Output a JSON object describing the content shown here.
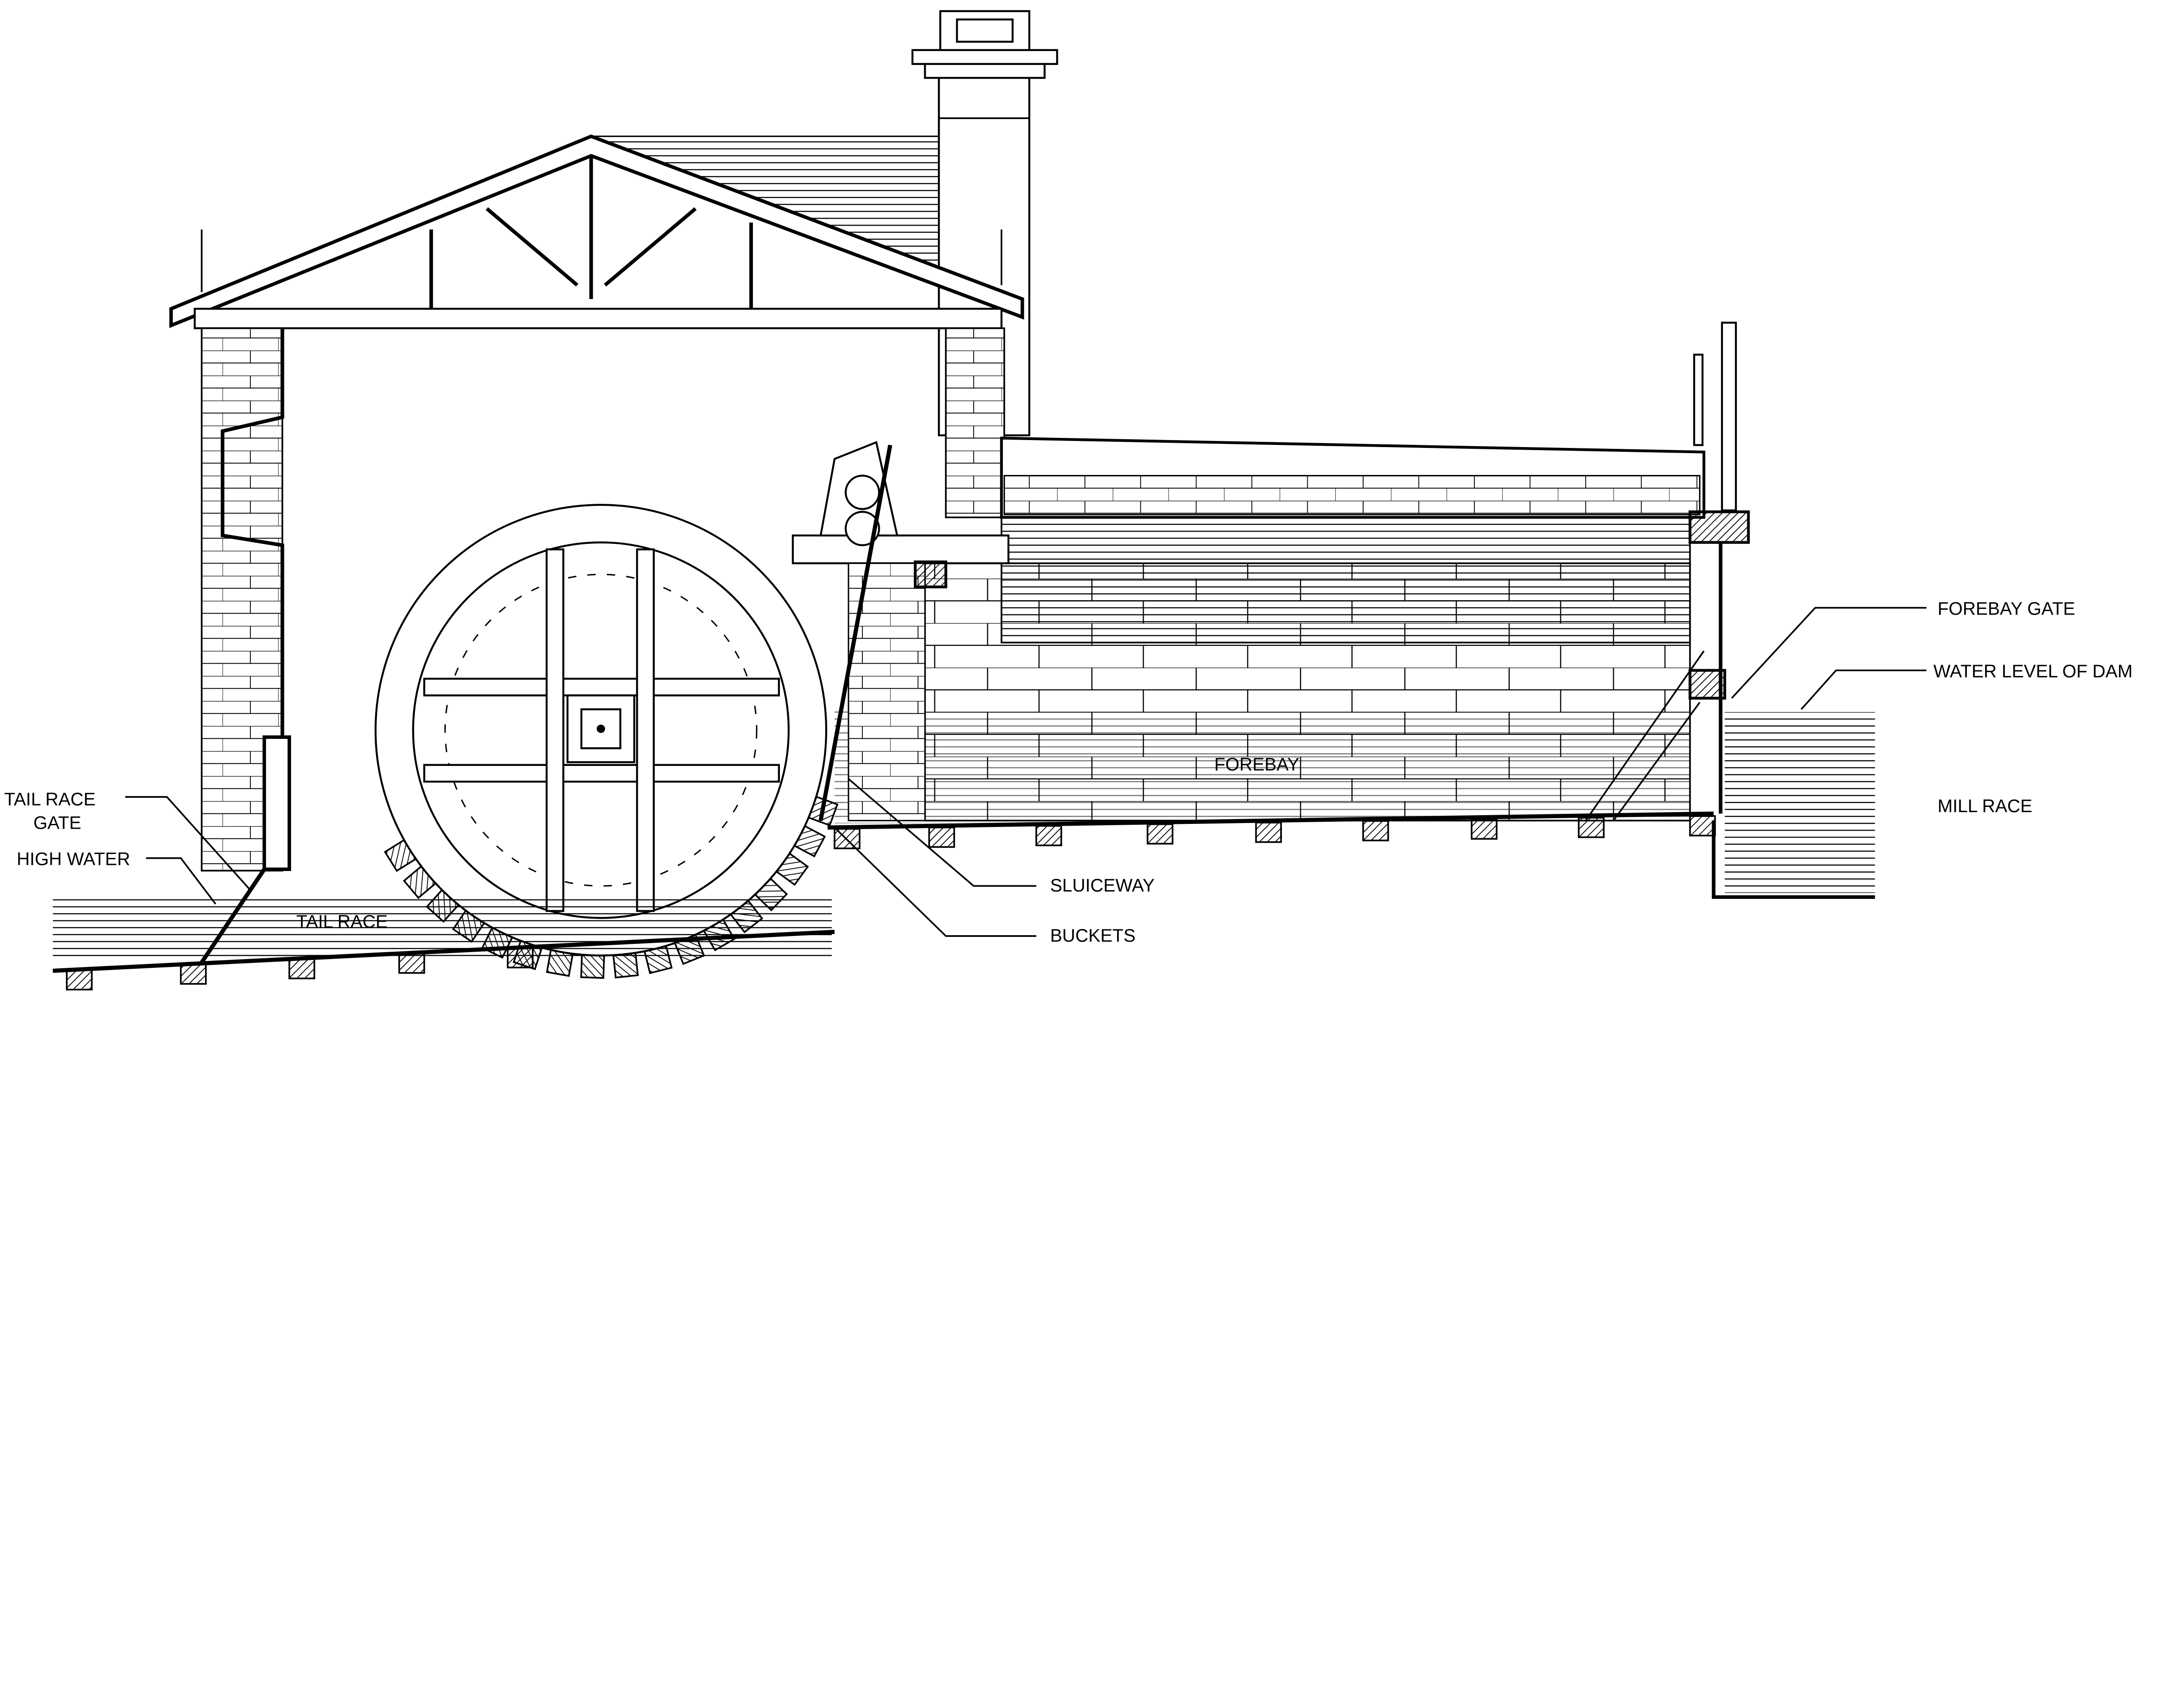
{
  "drawing": {
    "ink_color": "#000000",
    "paper_color": "#ffffff",
    "labels": {
      "forebay_gate": "FOREBAY GATE",
      "water_level_of_dam": "WATER LEVEL OF DAM",
      "mill_race": "MILL RACE",
      "sluiceway": "SLUICEWAY",
      "buckets": "BUCKETS",
      "forebay": "FOREBAY",
      "tail_race": "TAIL RACE",
      "tail_race_gate_line1": "TAIL RACE",
      "tail_race_gate_line2": "GATE",
      "high_water": "HIGH WATER"
    }
  }
}
